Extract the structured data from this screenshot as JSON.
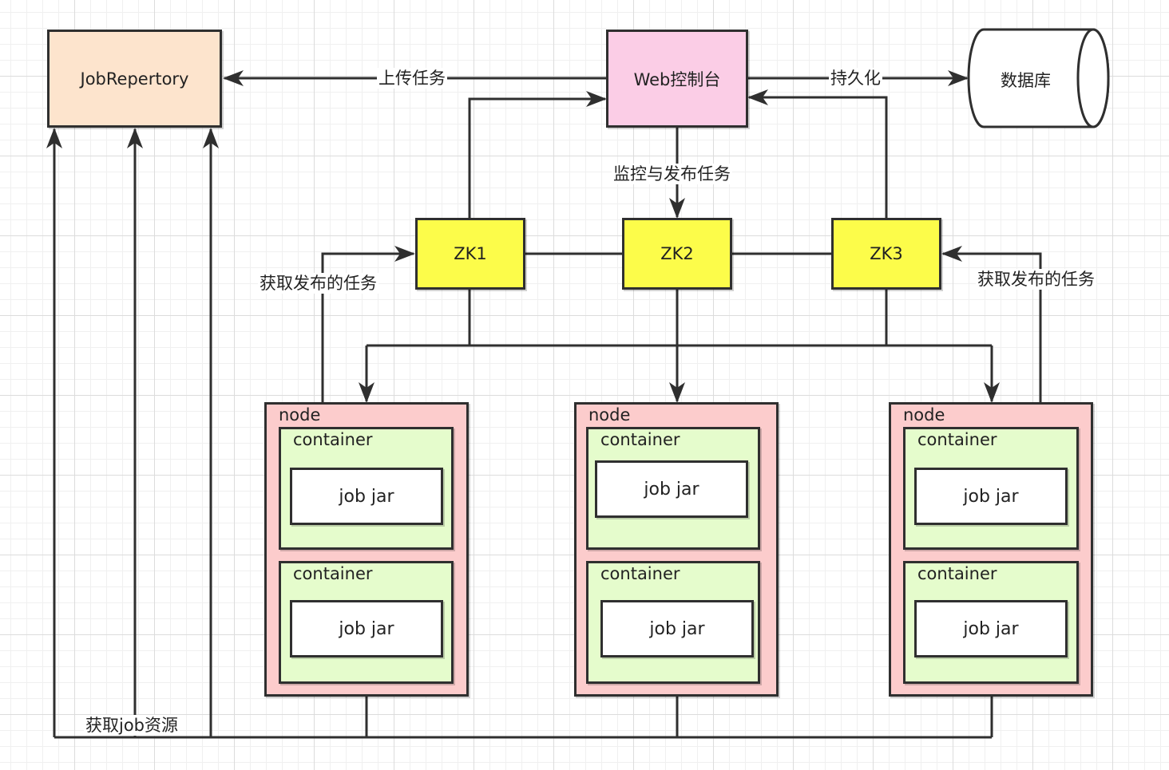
{
  "nodes": {
    "job_repertory": "JobRepertory",
    "web_console": "Web控制台",
    "database": "数据库",
    "zk1": "ZK1",
    "zk2": "ZK2",
    "zk3": "ZK3"
  },
  "worker_nodes": [
    {
      "label": "node",
      "containers": [
        {
          "label": "container",
          "job": "job jar"
        },
        {
          "label": "container",
          "job": "job jar"
        }
      ]
    },
    {
      "label": "node",
      "containers": [
        {
          "label": "container",
          "job": "job jar"
        },
        {
          "label": "container",
          "job": "job jar"
        }
      ]
    },
    {
      "label": "node",
      "containers": [
        {
          "label": "container",
          "job": "job jar"
        },
        {
          "label": "container",
          "job": "job jar"
        }
      ]
    }
  ],
  "edge_labels": {
    "upload_task": "上传任务",
    "persist": "持久化",
    "monitor_publish": "监控与发布任务",
    "fetch_task_left": "获取发布的任务",
    "fetch_task_right": "获取发布的任务",
    "fetch_job_resource": "获取job资源"
  },
  "colors": {
    "job_repertory": "#fde4cd",
    "web_console": "#fbcde6",
    "zookeeper": "#fcfc4a",
    "node": "#fccccc",
    "container": "#e5fccc",
    "job_jar": "#ffffff",
    "line": "#2f2f2f"
  }
}
